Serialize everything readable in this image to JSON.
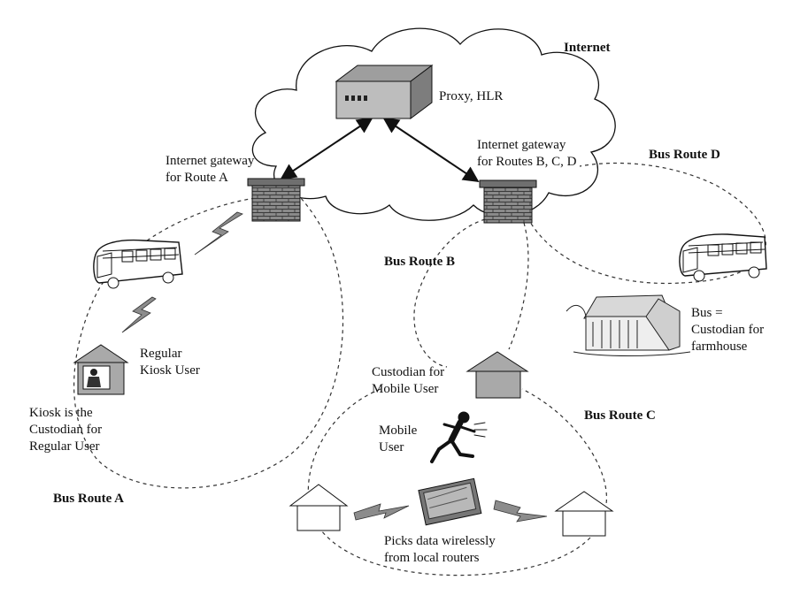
{
  "labels": {
    "internet": "Internet",
    "proxy_hlr": "Proxy, HLR",
    "gateway_a": "Internet gateway\nfor Route A",
    "gateway_bcd": "Internet gateway\nfor Routes B, C, D",
    "bus_route_a": "Bus Route A",
    "bus_route_b": "Bus Route B",
    "bus_route_c": "Bus Route C",
    "bus_route_d": "Bus Route D",
    "regular_kiosk_user": "Regular\nKiosk User",
    "kiosk_custodian": "Kiosk is the\nCustodian for\nRegular User",
    "custodian_mobile": "Custodian for\nMobile User",
    "mobile_user": "Mobile\nUser",
    "bus_custodian_farmhouse": "Bus =\nCustodian for\nfarmhouse",
    "picks_data": "Picks data wirelessly\nfrom local routers"
  },
  "icons": {
    "cloud": "cloud-icon",
    "server": "server-icon",
    "firewall": "firewall-icon",
    "bus": "bus-icon",
    "kiosk": "kiosk-icon",
    "house": "house-icon",
    "runner": "running-person-icon",
    "laptop": "laptop-icon",
    "farmhouse": "farmhouse-icon",
    "wireless": "lightning-bolt-icon"
  },
  "colors": {
    "ink": "#111111",
    "server_fill": "#bdbdbd",
    "firewall_fill": "#8a8a8a",
    "house_fill_gray": "#a9a9a9",
    "house_fill_white": "#ffffff",
    "bolt_fill": "#8c8c8c"
  }
}
